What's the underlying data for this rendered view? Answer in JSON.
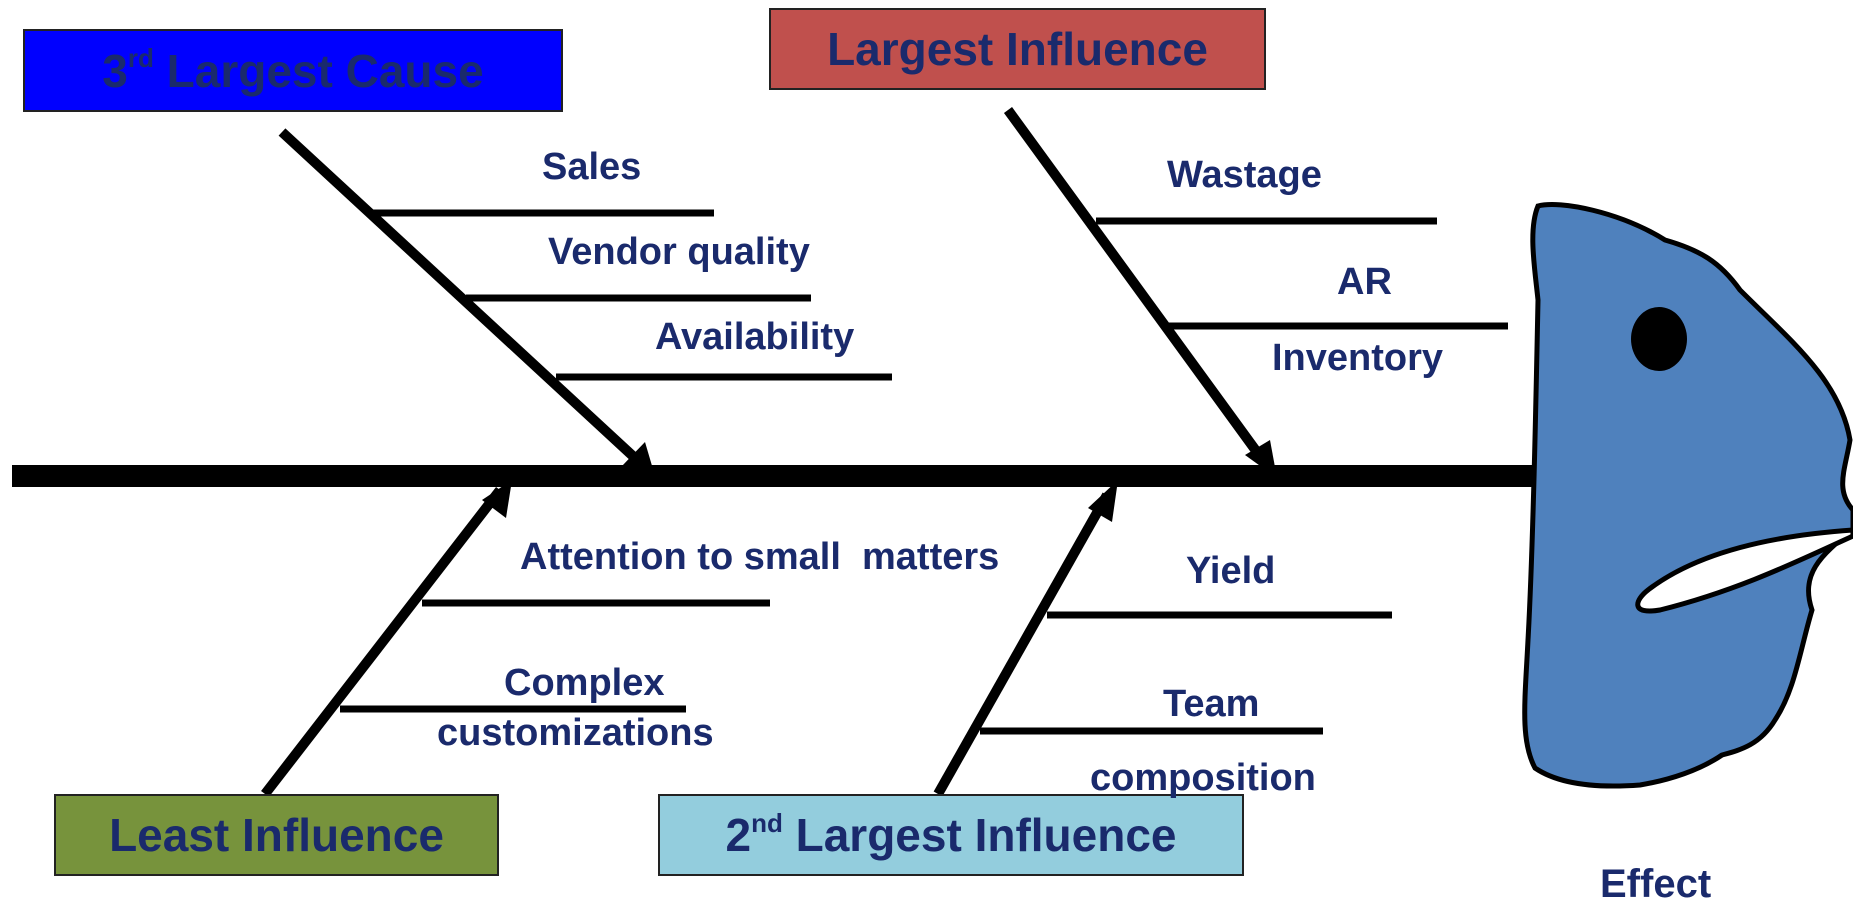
{
  "colors": {
    "text": "#1a2a6c",
    "spine": "#000000",
    "head_fill": "#4f81bd",
    "box_third": "#0000ff",
    "box_largest": "#c0504d",
    "box_least": "#77933c",
    "box_second": "#93cddd"
  },
  "categories": {
    "third_largest": {
      "sup_prefix": "3",
      "sup": "rd",
      "rest": " Largest Cause"
    },
    "largest": {
      "label": "Largest Influence"
    },
    "least": {
      "label": "Least Influence"
    },
    "second_largest": {
      "sup_prefix": "2",
      "sup": "nd",
      "rest": " Largest Influence"
    }
  },
  "causes": {
    "third_largest": [
      "Sales",
      "Vendor quality",
      "Availability"
    ],
    "largest": [
      "Wastage",
      "AR",
      "Inventory"
    ],
    "least": [
      "Attention to small  matters",
      "Complex",
      "customizations"
    ],
    "second_largest": [
      "Yield",
      "Team",
      "composition"
    ]
  },
  "effect": {
    "label": "Effect"
  }
}
